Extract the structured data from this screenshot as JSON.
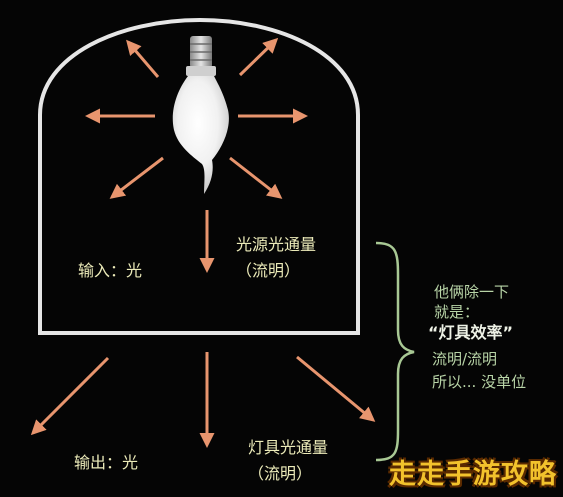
{
  "labels": {
    "input": "输入：光",
    "source_flux_line1": "光源光通量",
    "source_flux_line2": "（流明）",
    "output": "输出：光",
    "fixture_flux_line1": "灯具光通量",
    "fixture_flux_line2": "（流明）"
  },
  "note": {
    "line1": "他俩除一下",
    "line2": "就是：",
    "highlight": "“灯具效率”",
    "line3": "流明/流明",
    "line4": "所以... 没单位"
  },
  "watermark": "走走手游攻略",
  "colors": {
    "background": "#050505",
    "arrow": "#e8956e",
    "enclosure": "#e6e6e6",
    "label": "#ecebb9",
    "note": "#b8d4a7",
    "brace": "#a8c894",
    "watermark": "#f2c22c"
  },
  "icons": [
    "candle-bulb-icon",
    "brace-icon"
  ]
}
